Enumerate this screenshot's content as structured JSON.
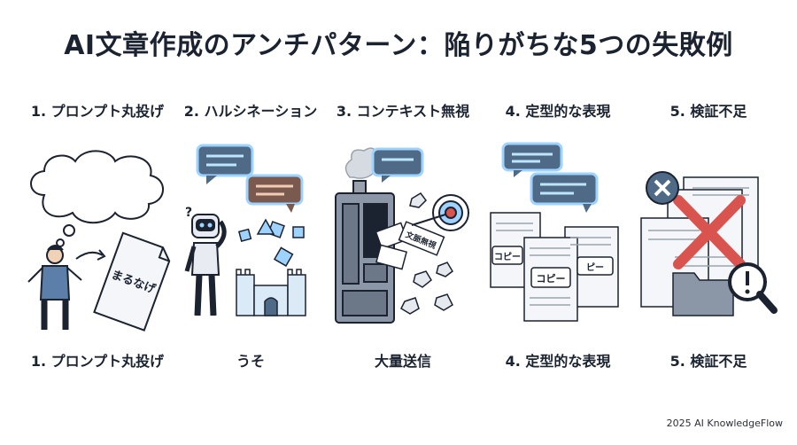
{
  "title": "AI文章作成のアンチパターン：陥りがちな5つの失敗例",
  "columns": [
    {
      "heading": "1. プロンプト丸投げ",
      "caption": "1. プロンプト丸投げ",
      "illustration_text": "まるなげ"
    },
    {
      "heading": "2. ハルシネーション",
      "caption": "うそ"
    },
    {
      "heading": "3. コンテキスト無視",
      "caption": "大量送信",
      "illustration_text": "文脈無視"
    },
    {
      "heading": "4. 定型的な表現",
      "caption": "4. 定型的な表現",
      "illustration_text": [
        "コピー",
        "コピー",
        "ピー"
      ]
    },
    {
      "heading": "5. 検証不足",
      "caption": "5. 検証不足"
    }
  ],
  "credit": "2025 AI KnowledgeFlow",
  "colors": {
    "ink": "#1b2230",
    "bubble": "#4e6a86",
    "glow": "#9fd3ff",
    "red": "#d9534f",
    "paper": "#f4f6f9"
  }
}
